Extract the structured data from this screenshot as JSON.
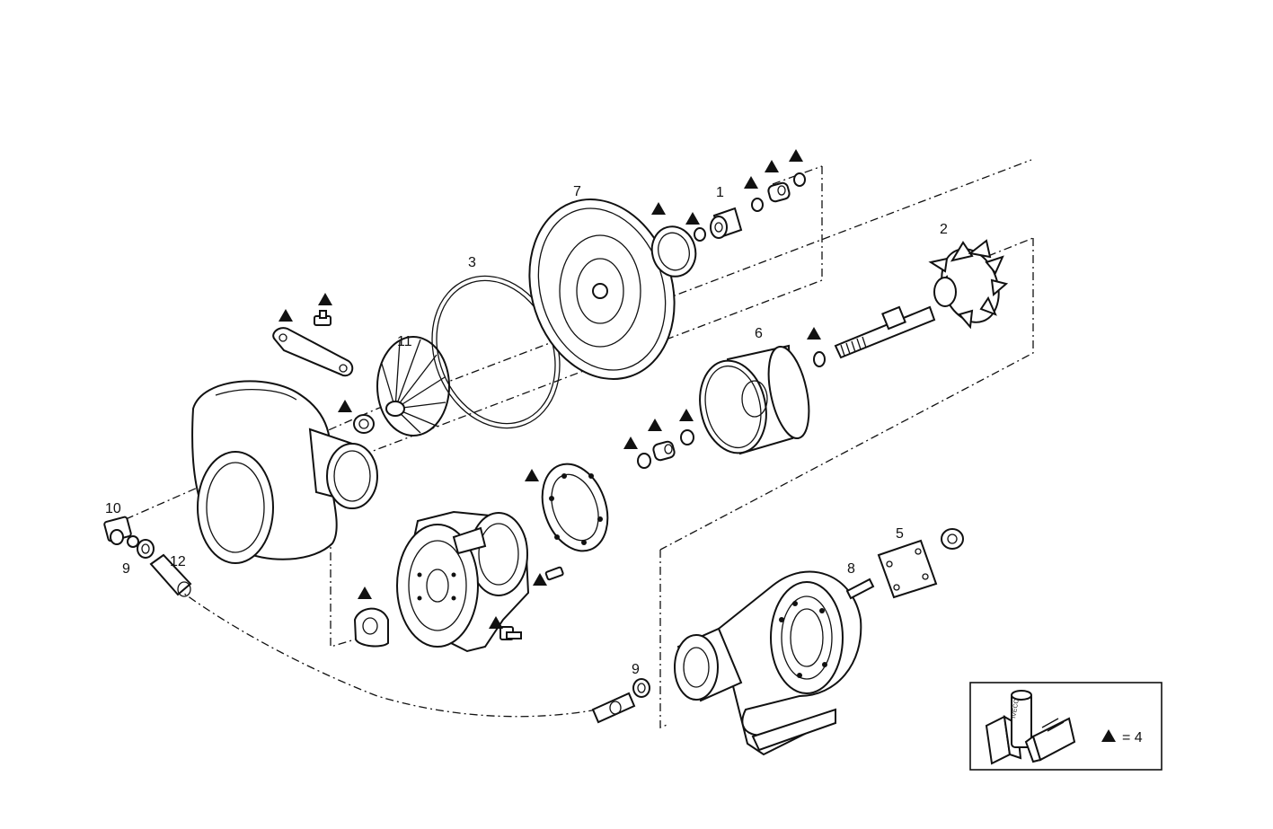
{
  "labels": {
    "p1": "1",
    "p2": "2",
    "p3": "3",
    "p5": "5",
    "p6": "6",
    "p7": "7",
    "p8": "8",
    "p9a": "9",
    "p9b": "9",
    "p10": "10",
    "p11": "11",
    "p12": "12"
  },
  "legend": {
    "text": "= 4",
    "symbol": "triangle-marker",
    "kit_text": "IVECO"
  },
  "colors": {
    "ink": "#111111",
    "paper": "#ffffff"
  }
}
